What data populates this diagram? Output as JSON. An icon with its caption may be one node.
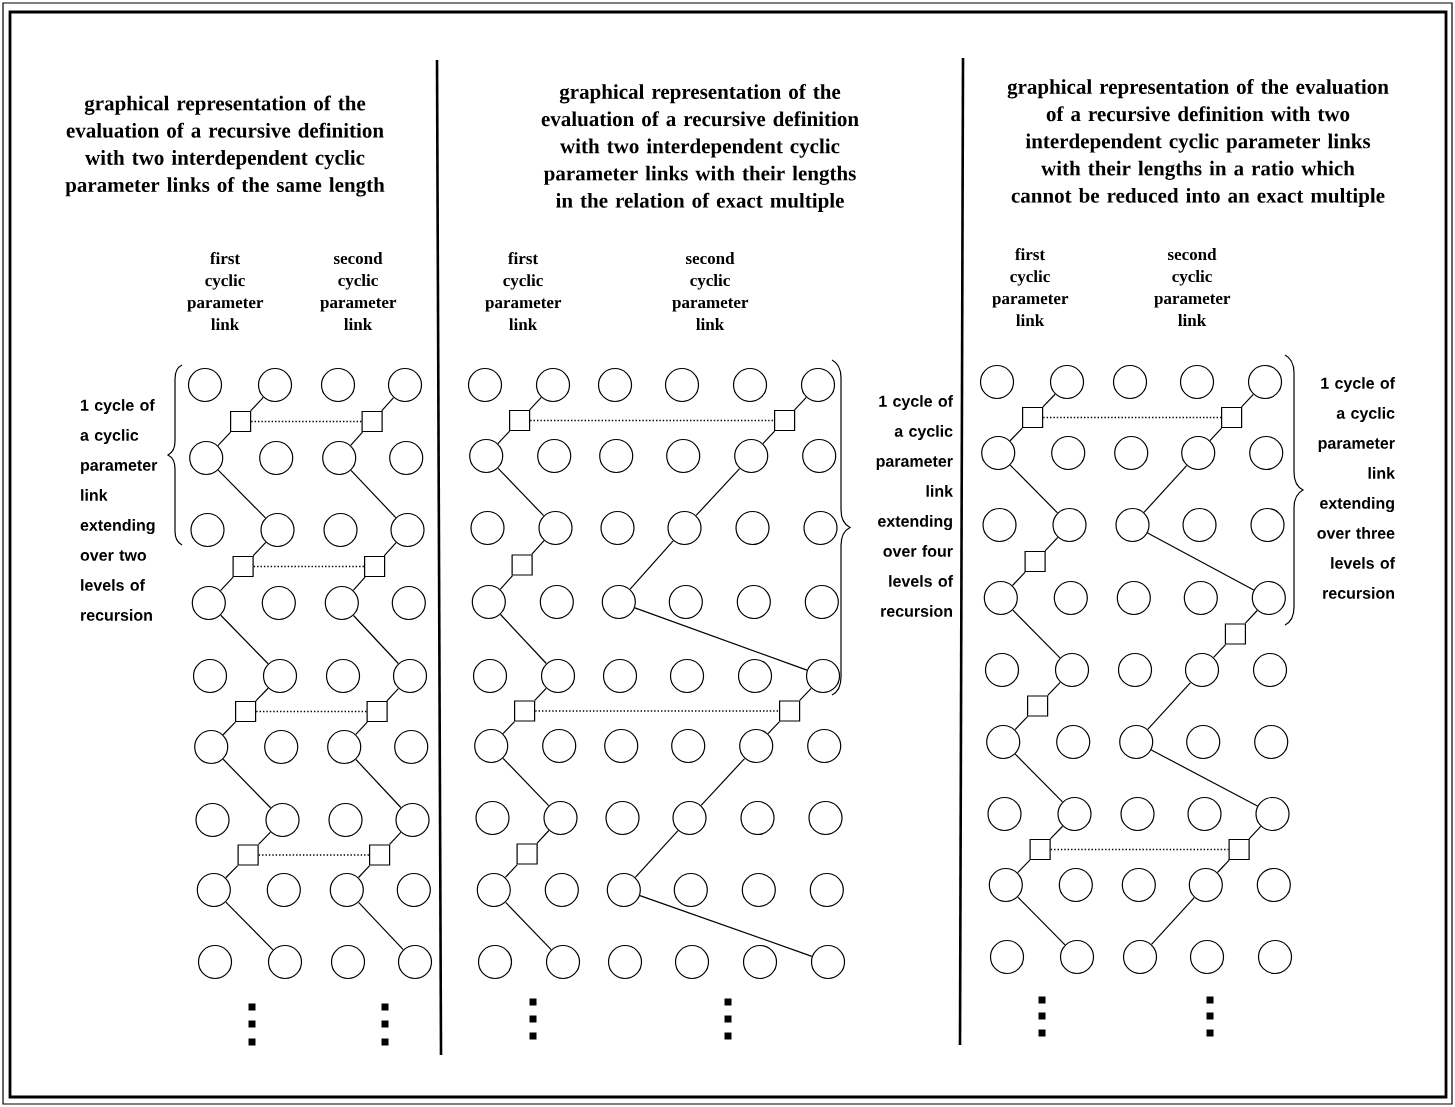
{
  "diagram": {
    "nodes": [
      {
        "text": [],
        "shape": "circle"
      },
      {
        "text": [],
        "shape": "circle"
      },
      {
        "text": [],
        "shape": "circle"
      },
      {
        "text": [],
        "shape": "circle"
      },
      {
        "text": [],
        "shape": "box"
      },
      {
        "text": [],
        "shape": "box"
      },
      {
        "text": [],
        "shape": "circle"
      },
      {
        "text": [],
        "shape": "circle"
      },
      {
        "text": [],
        "shape": "circle"
      },
      {
        "text": [],
        "shape": "circle"
      },
      {
        "text": [],
        "shape": "circle"
      },
      {
        "text": [],
        "shape": "circle"
      },
      {
        "text": [],
        "shape": "circle"
      },
      {
        "text": [],
        "shape": "circle"
      },
      {
        "text": [],
        "shape": "box"
      },
      {
        "text": [],
        "shape": "box"
      },
      {
        "text": [],
        "shape": "circle"
      },
      {
        "text": [],
        "shape": "circle"
      },
      {
        "text": [],
        "shape": "circle"
      },
      {
        "text": [],
        "shape": "circle"
      },
      {
        "text": [],
        "shape": "circle"
      },
      {
        "text": [],
        "shape": "circle"
      },
      {
        "text": [],
        "shape": "circle"
      },
      {
        "text": [],
        "shape": "circle"
      },
      {
        "text": [],
        "shape": "box"
      },
      {
        "text": [],
        "shape": "box"
      },
      {
        "text": [],
        "shape": "circle"
      },
      {
        "text": [],
        "shape": "circle"
      },
      {
        "text": [],
        "shape": "circle"
      },
      {
        "text": [],
        "shape": "circle"
      },
      {
        "text": [],
        "shape": "circle"
      },
      {
        "text": [],
        "shape": "circle"
      },
      {
        "text": [],
        "shape": "circle"
      },
      {
        "text": [],
        "shape": "circle"
      },
      {
        "text": [],
        "shape": "box"
      },
      {
        "text": [],
        "shape": "box"
      },
      {
        "text": [],
        "shape": "circle"
      },
      {
        "text": [],
        "shape": "circle"
      },
      {
        "text": [],
        "shape": "circle"
      },
      {
        "text": [],
        "shape": "circle"
      },
      {
        "text": [],
        "shape": "circle"
      },
      {
        "text": [],
        "shape": "circle"
      },
      {
        "text": [],
        "shape": "circle"
      },
      {
        "text": [],
        "shape": "circle"
      },
      {
        "text": [],
        "shape": "circle"
      },
      {
        "text": [],
        "shape": "circle"
      },
      {
        "text": [],
        "shape": "circle"
      },
      {
        "text": [],
        "shape": "circle"
      },
      {
        "text": [],
        "shape": "circle"
      },
      {
        "text": [],
        "shape": "circle"
      },
      {
        "text": [],
        "shape": "box"
      },
      {
        "text": [],
        "shape": "box"
      },
      {
        "text": [],
        "shape": "circle"
      },
      {
        "text": [],
        "shape": "circle"
      },
      {
        "text": [],
        "shape": "circle"
      },
      {
        "text": [],
        "shape": "circle"
      },
      {
        "text": [],
        "shape": "circle"
      },
      {
        "text": [],
        "shape": "circle"
      },
      {
        "text": [],
        "shape": "circle"
      },
      {
        "text": [],
        "shape": "circle"
      },
      {
        "text": [],
        "shape": "circle"
      },
      {
        "text": [],
        "shape": "circle"
      },
      {
        "text": [],
        "shape": "circle"
      },
      {
        "text": [],
        "shape": "circle"
      },
      {
        "text": [],
        "shape": "box"
      },
      {
        "text": [],
        "shape": "circle"
      },
      {
        "text": [],
        "shape": "circle"
      },
      {
        "text": [],
        "shape": "circle"
      },
      {
        "text": [],
        "shape": "circle"
      },
      {
        "text": [],
        "shape": "circle"
      },
      {
        "text": [],
        "shape": "circle"
      },
      {
        "text": [],
        "shape": "circle"
      },
      {
        "text": [],
        "shape": "circle"
      },
      {
        "text": [],
        "shape": "circle"
      },
      {
        "text": [],
        "shape": "circle"
      },
      {
        "text": [],
        "shape": "circle"
      },
      {
        "text": [],
        "shape": "circle"
      },
      {
        "text": [],
        "shape": "box"
      },
      {
        "text": [],
        "shape": "box"
      },
      {
        "text": [],
        "shape": "circle"
      },
      {
        "text": [],
        "shape": "circle"
      },
      {
        "text": [],
        "shape": "circle"
      },
      {
        "text": [],
        "shape": "circle"
      },
      {
        "text": [],
        "shape": "circle"
      },
      {
        "text": [],
        "shape": "circle"
      },
      {
        "text": [],
        "shape": "circle"
      },
      {
        "text": [],
        "shape": "circle"
      },
      {
        "text": [],
        "shape": "circle"
      },
      {
        "text": [],
        "shape": "circle"
      },
      {
        "text": [],
        "shape": "circle"
      },
      {
        "text": [],
        "shape": "circle"
      },
      {
        "text": [],
        "shape": "box"
      },
      {
        "text": [],
        "shape": "circle"
      },
      {
        "text": [],
        "shape": "circle"
      },
      {
        "text": [],
        "shape": "circle"
      },
      {
        "text": [],
        "shape": "circle"
      },
      {
        "text": [],
        "shape": "circle"
      },
      {
        "text": [],
        "shape": "circle"
      },
      {
        "text": [],
        "shape": "circle"
      },
      {
        "text": [],
        "shape": "circle"
      },
      {
        "text": [],
        "shape": "circle"
      },
      {
        "text": [],
        "shape": "circle"
      },
      {
        "text": [],
        "shape": "circle"
      },
      {
        "text": [],
        "shape": "circle"
      },
      {
        "text": [],
        "shape": "circle"
      },
      {
        "text": [],
        "shape": "circle"
      },
      {
        "text": [],
        "shape": "circle"
      },
      {
        "text": [],
        "shape": "circle"
      },
      {
        "text": [],
        "shape": "circle"
      },
      {
        "text": [],
        "shape": "box"
      },
      {
        "text": [],
        "shape": "box"
      },
      {
        "text": [],
        "shape": "circle"
      },
      {
        "text": [],
        "shape": "circle"
      },
      {
        "text": [],
        "shape": "circle"
      },
      {
        "text": [],
        "shape": "circle"
      },
      {
        "text": [],
        "shape": "circle"
      },
      {
        "text": [],
        "shape": "circle"
      },
      {
        "text": [],
        "shape": "circle"
      },
      {
        "text": [],
        "shape": "circle"
      },
      {
        "text": [],
        "shape": "circle"
      },
      {
        "text": [],
        "shape": "circle"
      },
      {
        "text": [],
        "shape": "box"
      },
      {
        "text": [],
        "shape": "circle"
      },
      {
        "text": [],
        "shape": "circle"
      },
      {
        "text": [],
        "shape": "circle"
      },
      {
        "text": [],
        "shape": "circle"
      },
      {
        "text": [],
        "shape": "circle"
      },
      {
        "text": [],
        "shape": "box"
      },
      {
        "text": [],
        "shape": "circle"
      },
      {
        "text": [],
        "shape": "circle"
      },
      {
        "text": [],
        "shape": "circle"
      },
      {
        "text": [],
        "shape": "circle"
      },
      {
        "text": [],
        "shape": "circle"
      },
      {
        "text": [],
        "shape": "box"
      },
      {
        "text": [],
        "shape": "circle"
      },
      {
        "text": [],
        "shape": "circle"
      },
      {
        "text": [],
        "shape": "circle"
      },
      {
        "text": [],
        "shape": "circle"
      },
      {
        "text": [],
        "shape": "circle"
      },
      {
        "text": [],
        "shape": "circle"
      },
      {
        "text": [],
        "shape": "circle"
      },
      {
        "text": [],
        "shape": "circle"
      },
      {
        "text": [],
        "shape": "circle"
      },
      {
        "text": [],
        "shape": "circle"
      },
      {
        "text": [],
        "shape": "box"
      },
      {
        "text": [],
        "shape": "box"
      },
      {
        "text": [],
        "shape": "circle"
      },
      {
        "text": [],
        "shape": "circle"
      },
      {
        "text": [],
        "shape": "circle"
      },
      {
        "text": [],
        "shape": "circle"
      },
      {
        "text": [],
        "shape": "circle"
      },
      {
        "text": [],
        "shape": "circle"
      },
      {
        "text": [],
        "shape": "circle"
      },
      {
        "text": [],
        "shape": "circle"
      },
      {
        "text": [],
        "shape": "circle"
      },
      {
        "text": [],
        "shape": "circle"
      }
    ],
    "edges": [
      {
        "from": 1,
        "to": 4,
        "arrow": "none"
      },
      {
        "from": 4,
        "to": 6,
        "arrow": "none"
      },
      {
        "from": 6,
        "to": 11,
        "arrow": "none"
      },
      {
        "from": 11,
        "to": 14,
        "arrow": "none"
      },
      {
        "from": 14,
        "to": 16,
        "arrow": "none"
      },
      {
        "from": 16,
        "to": 21,
        "arrow": "none"
      },
      {
        "from": 21,
        "to": 24,
        "arrow": "none"
      },
      {
        "from": 24,
        "to": 26,
        "arrow": "none"
      },
      {
        "from": 26,
        "to": 31,
        "arrow": "none"
      },
      {
        "from": 31,
        "to": 34,
        "arrow": "none"
      },
      {
        "from": 34,
        "to": 36,
        "arrow": "none"
      },
      {
        "from": 36,
        "to": 41,
        "arrow": "none"
      },
      {
        "from": 3,
        "to": 5,
        "arrow": "none"
      },
      {
        "from": 5,
        "to": 8,
        "arrow": "none"
      },
      {
        "from": 8,
        "to": 13,
        "arrow": "none"
      },
      {
        "from": 13,
        "to": 15,
        "arrow": "none"
      },
      {
        "from": 15,
        "to": 18,
        "arrow": "none"
      },
      {
        "from": 18,
        "to": 23,
        "arrow": "none"
      },
      {
        "from": 23,
        "to": 25,
        "arrow": "none"
      },
      {
        "from": 25,
        "to": 28,
        "arrow": "none"
      },
      {
        "from": 28,
        "to": 33,
        "arrow": "none"
      },
      {
        "from": 33,
        "to": 35,
        "arrow": "none"
      },
      {
        "from": 35,
        "to": 38,
        "arrow": "none"
      },
      {
        "from": 38,
        "to": 43,
        "arrow": "none"
      },
      {
        "from": 4,
        "to": 5,
        "arrow": "none",
        "style": "dashed"
      },
      {
        "from": 14,
        "to": 15,
        "arrow": "none",
        "style": "dashed"
      },
      {
        "from": 24,
        "to": 25,
        "arrow": "none",
        "style": "dashed"
      },
      {
        "from": 34,
        "to": 35,
        "arrow": "none",
        "style": "dashed"
      },
      {
        "from": 45,
        "to": 50,
        "arrow": "none"
      },
      {
        "from": 50,
        "to": 52,
        "arrow": "none"
      },
      {
        "from": 52,
        "to": 59,
        "arrow": "none"
      },
      {
        "from": 59,
        "to": 64,
        "arrow": "none"
      },
      {
        "from": 64,
        "to": 65,
        "arrow": "none"
      },
      {
        "from": 65,
        "to": 72,
        "arrow": "none"
      },
      {
        "from": 72,
        "to": 77,
        "arrow": "none"
      },
      {
        "from": 77,
        "to": 79,
        "arrow": "none"
      },
      {
        "from": 79,
        "to": 86,
        "arrow": "none"
      },
      {
        "from": 86,
        "to": 91,
        "arrow": "none"
      },
      {
        "from": 91,
        "to": 92,
        "arrow": "none"
      },
      {
        "from": 92,
        "to": 99,
        "arrow": "none"
      },
      {
        "from": 49,
        "to": 51,
        "arrow": "none"
      },
      {
        "from": 51,
        "to": 56,
        "arrow": "none"
      },
      {
        "from": 56,
        "to": 61,
        "arrow": "none"
      },
      {
        "from": 61,
        "to": 67,
        "arrow": "none"
      },
      {
        "from": 67,
        "to": 76,
        "arrow": "none"
      },
      {
        "from": 76,
        "to": 78,
        "arrow": "none"
      },
      {
        "from": 78,
        "to": 83,
        "arrow": "none"
      },
      {
        "from": 83,
        "to": 88,
        "arrow": "none"
      },
      {
        "from": 88,
        "to": 94,
        "arrow": "none"
      },
      {
        "from": 94,
        "to": 103,
        "arrow": "none"
      },
      {
        "from": 50,
        "to": 51,
        "arrow": "none",
        "style": "dashed"
      },
      {
        "from": 77,
        "to": 78,
        "arrow": "none",
        "style": "dashed"
      },
      {
        "from": 105,
        "to": 109,
        "arrow": "none"
      },
      {
        "from": 109,
        "to": 111,
        "arrow": "none"
      },
      {
        "from": 111,
        "to": 117,
        "arrow": "none"
      },
      {
        "from": 117,
        "to": 121,
        "arrow": "none"
      },
      {
        "from": 121,
        "to": 122,
        "arrow": "none"
      },
      {
        "from": 122,
        "to": 129,
        "arrow": "none"
      },
      {
        "from": 129,
        "to": 133,
        "arrow": "none"
      },
      {
        "from": 133,
        "to": 134,
        "arrow": "none"
      },
      {
        "from": 134,
        "to": 140,
        "arrow": "none"
      },
      {
        "from": 140,
        "to": 144,
        "arrow": "none"
      },
      {
        "from": 144,
        "to": 146,
        "arrow": "none"
      },
      {
        "from": 146,
        "to": 152,
        "arrow": "none"
      },
      {
        "from": 108,
        "to": 110,
        "arrow": "none"
      },
      {
        "from": 110,
        "to": 114,
        "arrow": "none"
      },
      {
        "from": 114,
        "to": 118,
        "arrow": "none"
      },
      {
        "from": 118,
        "to": 126,
        "arrow": "none"
      },
      {
        "from": 126,
        "to": 127,
        "arrow": "none"
      },
      {
        "from": 127,
        "to": 131,
        "arrow": "none"
      },
      {
        "from": 131,
        "to": 136,
        "arrow": "none"
      },
      {
        "from": 136,
        "to": 143,
        "arrow": "none"
      },
      {
        "from": 143,
        "to": 145,
        "arrow": "none"
      },
      {
        "from": 145,
        "to": 149,
        "arrow": "none"
      },
      {
        "from": 149,
        "to": 153,
        "arrow": "none"
      },
      {
        "from": 109,
        "to": 110,
        "arrow": "none",
        "style": "dashed"
      },
      {
        "from": 144,
        "to": 145,
        "arrow": "none",
        "style": "dashed"
      }
    ],
    "labels": [
      "graphical representation of the evaluation of a recursive definition with two interdependent cyclic parameter links of the same length",
      "first cyclic parameter link",
      "second cyclic parameter link",
      "1 cycle of a cyclic parameter link extending over two levels of recursion",
      "graphical representation of the evaluation of a recursive definition with two interdependent cyclic parameter links with their lengths in the relation of exact multiple",
      "first cyclic parameter link",
      "second cyclic parameter link",
      "1 cycle of a cyclic parameter link extending over four levels of recursion",
      "graphical representation of the evaluation of a recursive definition with two interdependent cyclic parameter links with their lengths in a ratio which cannot be reduced into an exact multiple",
      "first cyclic parameter link",
      "second cyclic parameter link",
      "1 cycle of a cyclic parameter link extending over three levels of recursion"
    ]
  }
}
